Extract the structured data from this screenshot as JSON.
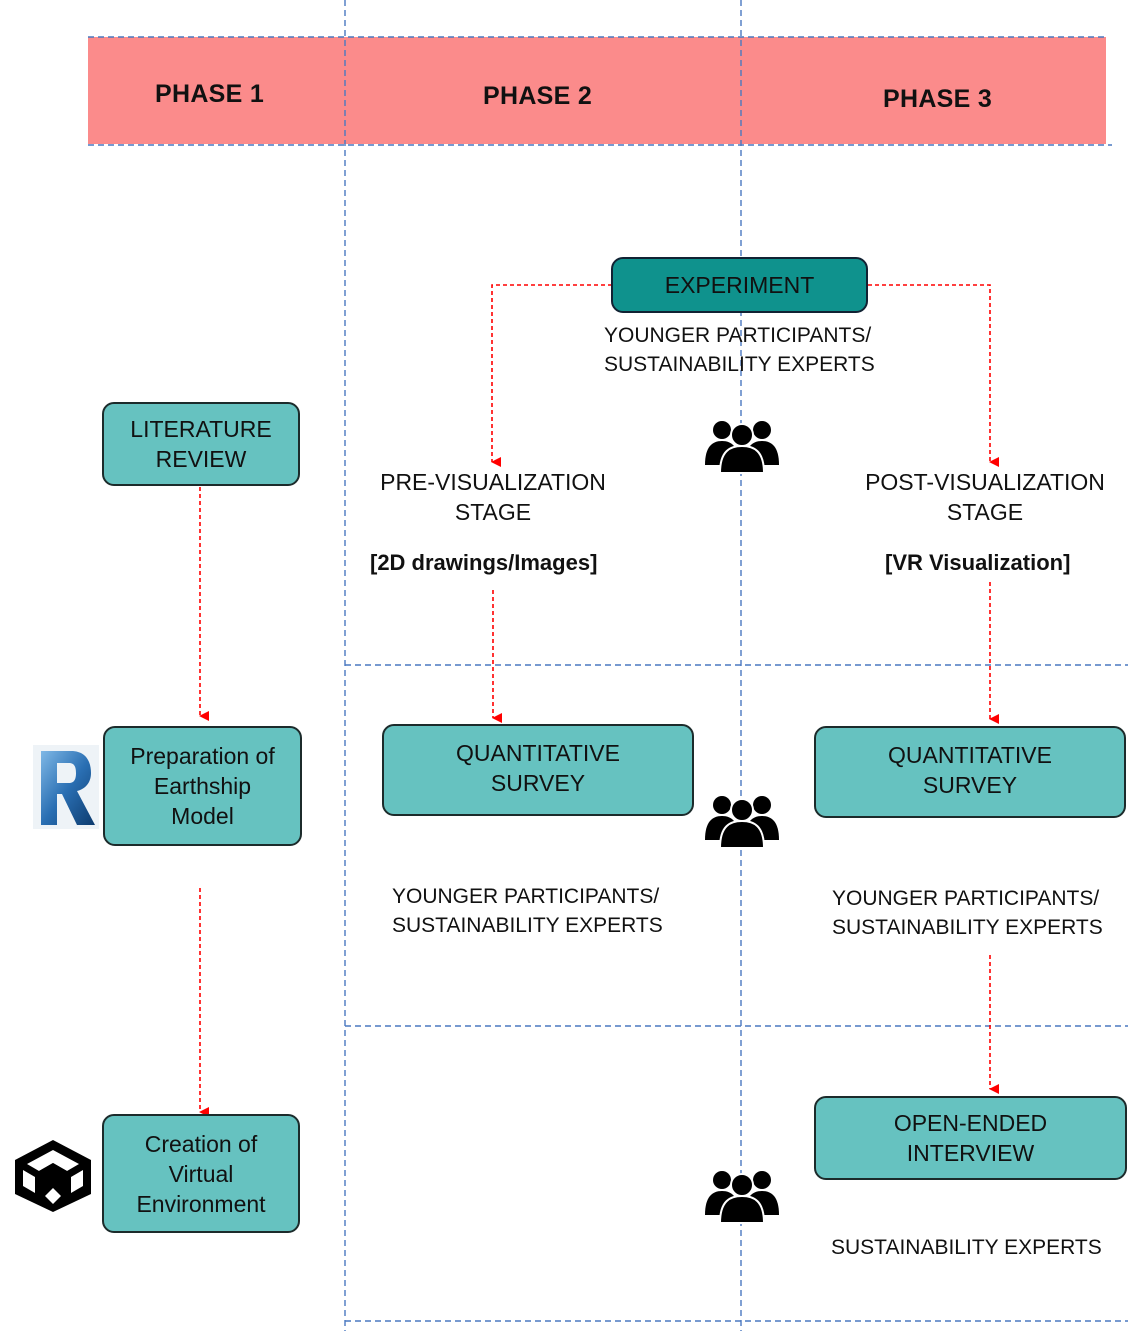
{
  "phases": [
    "PHASE 1",
    "PHASE 2",
    "PHASE 3"
  ],
  "experiment": {
    "label": "EXPERIMENT",
    "participants": "YOUNGER PARTICIPANTS/\nSUSTAINABILITY EXPERTS"
  },
  "phase1": {
    "literature_review": "LITERATURE\nREVIEW",
    "preparation_model": "Preparation of\nEarthship\nModel",
    "virtual_environment": "Creation of\nVirtual\nEnvironment",
    "revit_logo_letter": "R"
  },
  "phase2": {
    "stage_title": "PRE-VISUALIZATION\nSTAGE",
    "stage_medium": "[2D drawings/Images]",
    "survey": "QUANTITATIVE\nSURVEY",
    "survey_participants": "YOUNGER PARTICIPANTS/\nSUSTAINABILITY EXPERTS"
  },
  "phase3": {
    "stage_title": "POST-VISUALIZATION\nSTAGE",
    "stage_medium": "[VR Visualization]",
    "survey": "QUANTITATIVE\nSURVEY",
    "survey_participants": "YOUNGER PARTICIPANTS/\nSUSTAINABILITY EXPERTS",
    "interview": "OPEN-ENDED\nINTERVIEW",
    "interview_participants": "SUSTAINABILITY EXPERTS"
  },
  "colors": {
    "phase_band": "#fb8b8b",
    "box_fill": "#66c2c0",
    "experiment_fill": "#0f928d",
    "arrow": "#ff0000",
    "grid_line": "#4a78c0"
  },
  "icons": [
    "group-icon",
    "revit-logo",
    "unity-logo"
  ]
}
